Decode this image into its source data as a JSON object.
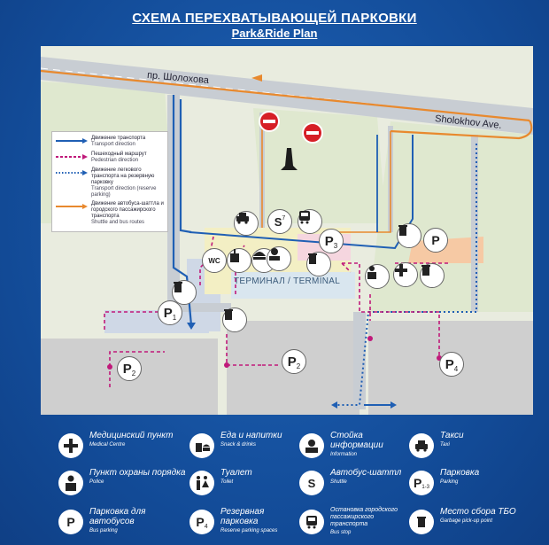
{
  "header": {
    "title_ru": "СХЕМА ПЕРЕХВАТЫВАЮЩЕЙ ПАРКОВКИ",
    "title_en": "Park&Ride Plan"
  },
  "map": {
    "street_ru": "пр. Шолохова",
    "street_en": "Sholokhov Ave.",
    "terminal_label": "ТЕРМИНАЛ / TERMINAL",
    "parking_labels": {
      "p1": "1",
      "p2a": "2",
      "p2b": "2",
      "p3": "3",
      "p4": "4",
      "shuttle_num": "7"
    },
    "wc_label": "WC"
  },
  "legend": [
    {
      "ru": "Движение транспорта",
      "en": "Transport direction",
      "color": "#1f5fb4",
      "style": "solid"
    },
    {
      "ru": "Пешеходный маршрут",
      "en": "Pedestrian direction",
      "color": "#c0197a",
      "style": "dash"
    },
    {
      "ru": "Движение легкового транспорта на резервную парковку",
      "en": "Transport direction (reserve parking)",
      "color": "#1f5fb4",
      "style": "dot"
    },
    {
      "ru": "Движение автобуса-шаттла и городского пассажирского транспорта",
      "en": "Shuttle and bus routes",
      "color": "#e8892e",
      "style": "solid"
    }
  ],
  "keys": [
    {
      "ru": "Медицинский пункт",
      "en": "Medical Centre",
      "icon": "medical-cross-icon"
    },
    {
      "ru": "Еда и напитки",
      "en": "Snack & drinks",
      "icon": "food-icon"
    },
    {
      "ru": "Стойка информации",
      "en": "Information",
      "icon": "information-icon"
    },
    {
      "ru": "Такси",
      "en": "Taxi",
      "icon": "taxi-icon"
    },
    {
      "ru": "Пункт охраны порядка",
      "en": "Police",
      "icon": "police-icon"
    },
    {
      "ru": "Туалет",
      "en": "Toilet",
      "icon": "toilet-icon"
    },
    {
      "ru": "Автобус-шаттл",
      "en": "Shuttle",
      "icon": "shuttle-icon"
    },
    {
      "ru": "Парковка",
      "en": "Parking",
      "icon": "parking-icon",
      "num": "1-3"
    },
    {
      "ru": "Парковка для автобусов",
      "en": "Bus parking",
      "icon": "bus-parking-icon"
    },
    {
      "ru": "Резервная парковка",
      "en": "Reserve parking spaces",
      "icon": "reserve-parking-icon",
      "num": "4"
    },
    {
      "ru": "Остановка городского пассажирского транспорта",
      "en": "Bus stop",
      "icon": "bus-stop-icon"
    },
    {
      "ru": "Место сбора ТБО",
      "en": "Garbage pick-up point",
      "icon": "garbage-icon"
    }
  ],
  "colors": {
    "background": "#1450a0",
    "transport": "#1f5fb4",
    "pedestrian": "#c0197a",
    "shuttle": "#e8892e"
  }
}
